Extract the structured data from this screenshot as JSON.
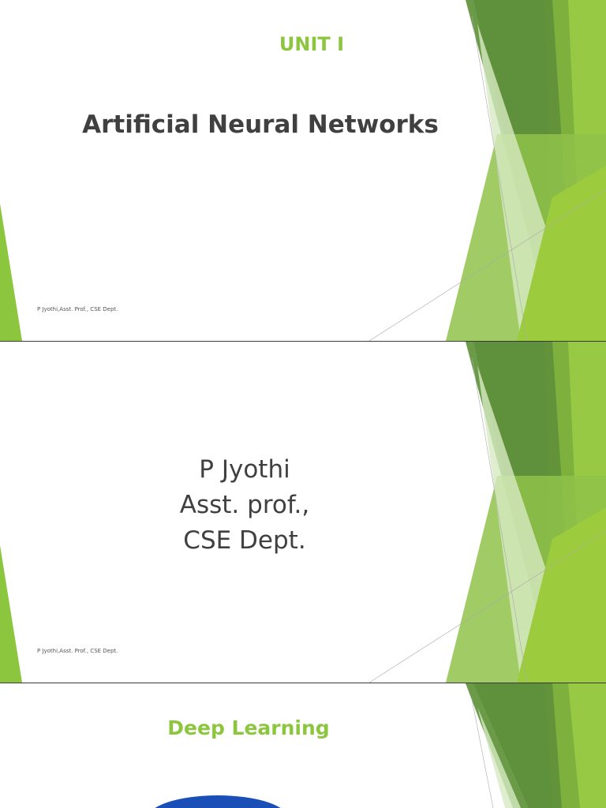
{
  "slides": [
    {
      "unit_label": "UNIT I",
      "title": "Artificial Neural Networks",
      "footer": "P Jyothi,Asst. Prof., CSE Dept."
    },
    {
      "author_lines": [
        "P Jyothi",
        "Asst. prof.,",
        "CSE Dept."
      ],
      "footer": "P Jyothi,Asst. Prof., CSE Dept."
    },
    {
      "title": "Deep Learning"
    }
  ],
  "theme": {
    "accent_green": "#8cc63f",
    "dark_green": "#5a8c3a",
    "light_green": "#c5e0a5",
    "title_gray": "#404040",
    "blue_shape": "#1a4fb8"
  }
}
